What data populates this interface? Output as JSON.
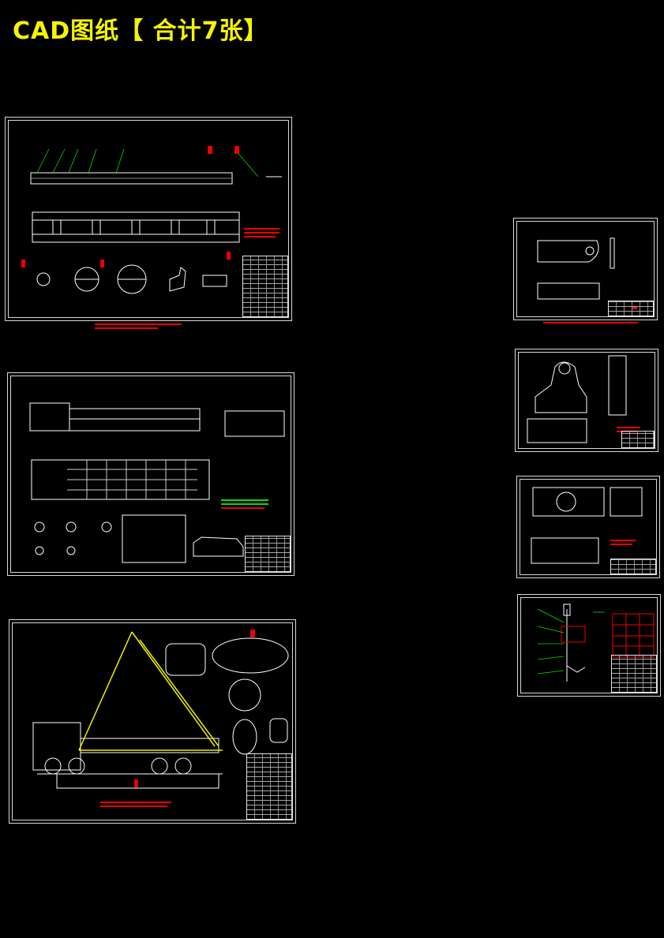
{
  "header": {
    "title": "CAD图纸【 合计7张】"
  },
  "colors": {
    "background": "#000000",
    "title": "#f5f500",
    "frame": "#d8d8d8",
    "annotation": "#e00000",
    "highlight": "#f0f000",
    "leader": "#00e000"
  },
  "sheets": [
    {
      "id": "sheet-1"
    },
    {
      "id": "sheet-2"
    },
    {
      "id": "sheet-3"
    },
    {
      "id": "sheet-4"
    },
    {
      "id": "sheet-5"
    },
    {
      "id": "sheet-6"
    },
    {
      "id": "sheet-7"
    }
  ]
}
